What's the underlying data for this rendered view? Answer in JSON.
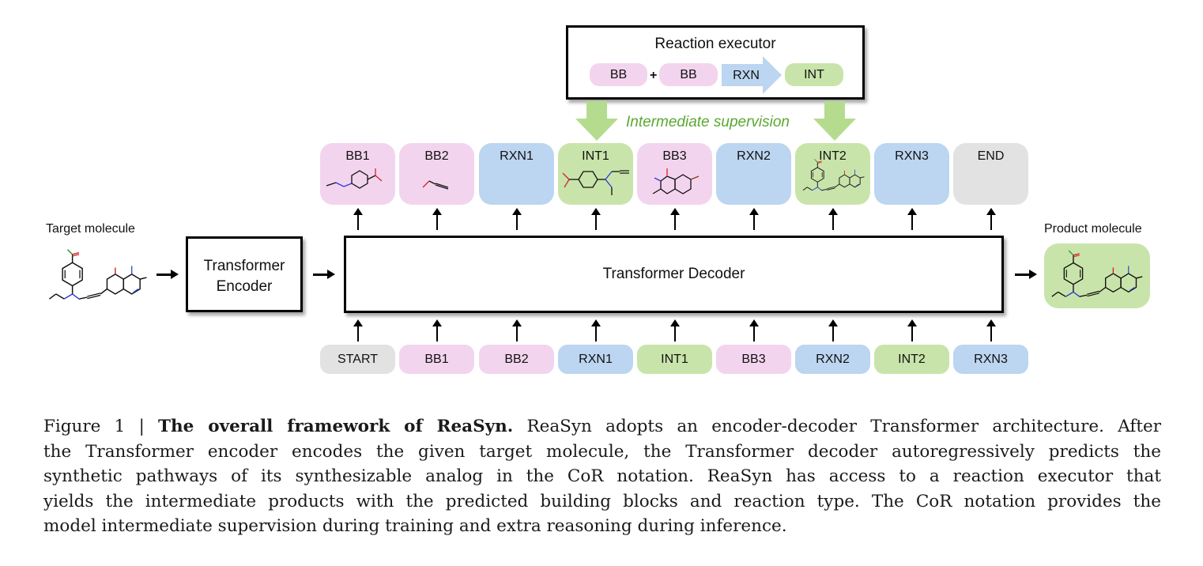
{
  "reaction_executor": {
    "title": "Reaction executor",
    "items": [
      {
        "label": "BB",
        "kind": "building-block"
      },
      {
        "label": "+",
        "kind": "operator"
      },
      {
        "label": "BB",
        "kind": "building-block"
      },
      {
        "label": "RXN",
        "kind": "reaction"
      },
      {
        "label": "INT",
        "kind": "intermediate"
      }
    ]
  },
  "supervision_label": "Intermediate supervision",
  "target": {
    "label": "Target molecule"
  },
  "product": {
    "label": "Product molecule"
  },
  "encoder": {
    "line1": "Transformer",
    "line2": "Encoder"
  },
  "decoder": {
    "label": "Transformer Decoder"
  },
  "output_tokens": [
    {
      "label": "BB1",
      "kind": "building-block",
      "has_structure": true
    },
    {
      "label": "BB2",
      "kind": "building-block",
      "has_structure": true
    },
    {
      "label": "RXN1",
      "kind": "reaction",
      "has_structure": false
    },
    {
      "label": "INT1",
      "kind": "intermediate",
      "has_structure": true
    },
    {
      "label": "BB3",
      "kind": "building-block",
      "has_structure": true
    },
    {
      "label": "RXN2",
      "kind": "reaction",
      "has_structure": false
    },
    {
      "label": "INT2",
      "kind": "intermediate",
      "has_structure": true
    },
    {
      "label": "RXN3",
      "kind": "reaction",
      "has_structure": false
    },
    {
      "label": "END",
      "kind": "special",
      "has_structure": false
    }
  ],
  "input_tokens": [
    {
      "label": "START",
      "kind": "special"
    },
    {
      "label": "BB1",
      "kind": "building-block"
    },
    {
      "label": "BB2",
      "kind": "building-block"
    },
    {
      "label": "RXN1",
      "kind": "reaction"
    },
    {
      "label": "INT1",
      "kind": "intermediate"
    },
    {
      "label": "BB3",
      "kind": "building-block"
    },
    {
      "label": "RXN2",
      "kind": "reaction"
    },
    {
      "label": "INT2",
      "kind": "intermediate"
    },
    {
      "label": "RXN3",
      "kind": "reaction"
    }
  ],
  "colors": {
    "building_block": "#f3d4ee",
    "reaction": "#bcd5f0",
    "intermediate": "#c9e4aa",
    "special": "#e2e2e2",
    "supervision_text": "#5aa832",
    "supervision_arrow": "#b5dc8e"
  },
  "caption": {
    "figure_label": "Figure 1",
    "separator": "|",
    "bold_title": "The overall framework of ReaSyn.",
    "lines": [
      "ReaSyn adopts an encoder-decoder Transformer architecture. After",
      "the Transformer encoder encodes the given target molecule, the Transformer decoder autoregressively predicts the",
      "synthetic pathways of its synthesizable analog in the CoR notation. ReaSyn has access to a reaction executor that",
      "yields the intermediate products with the predicted building blocks and reaction type. The CoR notation provides the",
      "model intermediate supervision during training and extra reasoning during inference."
    ]
  }
}
